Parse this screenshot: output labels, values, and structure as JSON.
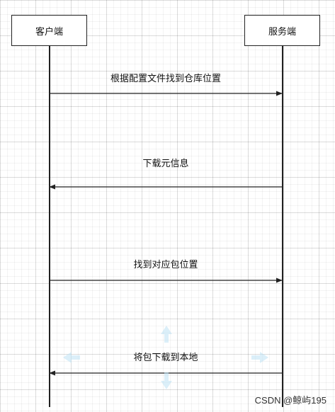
{
  "diagram": {
    "type": "sequence",
    "actors": [
      {
        "id": "client",
        "label": "客户端"
      },
      {
        "id": "server",
        "label": "服务端"
      }
    ],
    "messages": [
      {
        "from": "client",
        "to": "server",
        "label": "根据配置文件找到仓库位置"
      },
      {
        "from": "server",
        "to": "client",
        "label": "下载元信息"
      },
      {
        "from": "client",
        "to": "server",
        "label": "找到对应包位置"
      },
      {
        "from": "server",
        "to": "client",
        "label": "将包下载到本地"
      }
    ]
  },
  "watermark": "CSDN @鲸屿195",
  "colors": {
    "line": "#222222",
    "move_hint": "#bfe3f5"
  },
  "icons": {
    "move_hint": "four-direction-arrows-icon"
  }
}
